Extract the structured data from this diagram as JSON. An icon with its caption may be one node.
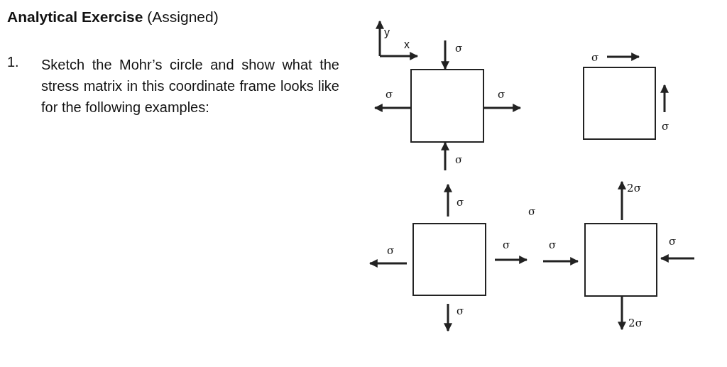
{
  "diagram": {
    "title": "**Analytical Exercise** (Assigned)",
    "nodes": [
      {
        "text": [],
        "shape": "box"
      },
      {
        "text": [],
        "shape": "box"
      },
      {
        "text": [],
        "shape": "box"
      },
      {
        "text": [],
        "shape": "box"
      }
    ],
    "labels": [
      "1.",
      "Sketch the Mohr’s circle and show what the stress matrix in this coordinate frame looks like for the following examples:",
      "y",
      "x",
      "σ",
      "σ",
      "σ",
      "σ",
      "σ",
      "σ",
      "2σ",
      "σ",
      "σ",
      "σ",
      "σ",
      "σ",
      "σ",
      "σ",
      "2σ"
    ]
  }
}
